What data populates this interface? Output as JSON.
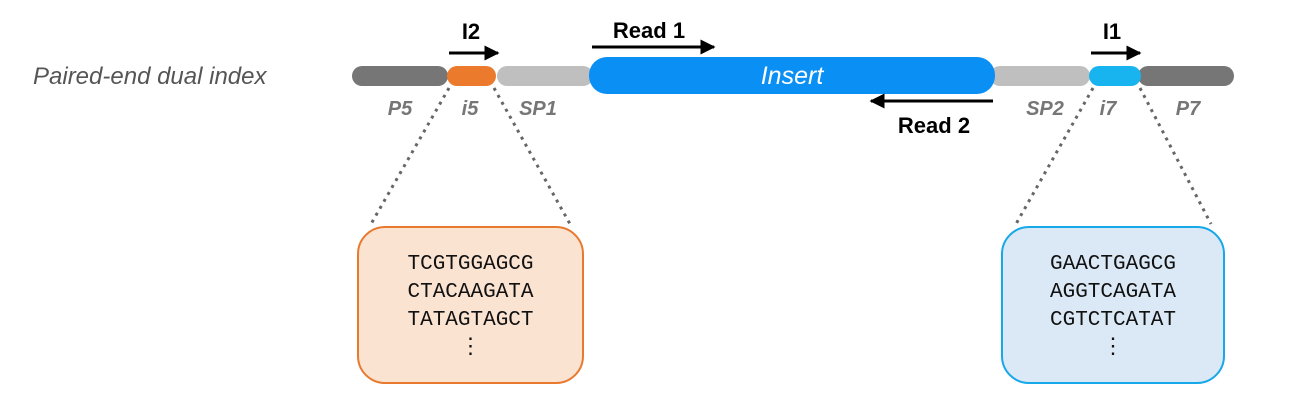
{
  "title": "Paired-end dual index",
  "segments": {
    "p5": "P5",
    "i5": "i5",
    "sp1": "SP1",
    "insert": "Insert",
    "sp2": "SP2",
    "i7": "i7",
    "p7": "P7"
  },
  "reads": {
    "i2": "I2",
    "read1": "Read 1",
    "read2": "Read 2",
    "i1": "I1"
  },
  "i5_sequences": [
    "TCGTGGAGCG",
    "CTACAAGATA",
    "TATAGTAGCT"
  ],
  "i7_sequences": [
    "GAACTGAGCG",
    "AGGTCAGATA",
    "CGTCTCATAT"
  ],
  "more_marker": "⋮",
  "colors": {
    "adapter_dark": "#767676",
    "adapter_light": "#bfbfbf",
    "i5": "#ec7a2c",
    "i7": "#18b4f0",
    "insert": "#0a8ff5"
  }
}
